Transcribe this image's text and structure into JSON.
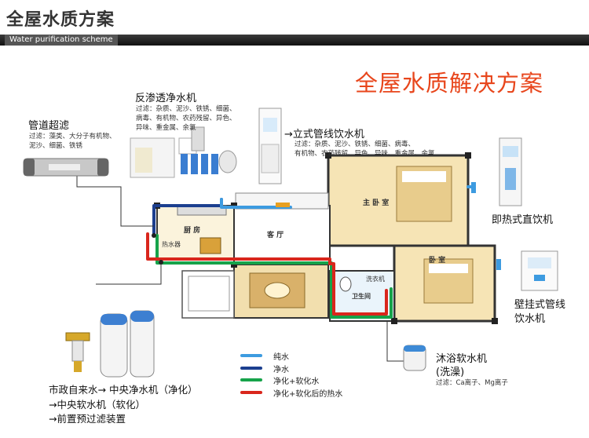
{
  "header": {
    "title": "全屋水质方案",
    "subtitle": "Water purification scheme"
  },
  "main_title": "全屋水质解决方案",
  "pipeline_filter": {
    "title": "管道超滤",
    "desc_line1": "过滤：藻类、大分子有机物、",
    "desc_line2": "泥沙、细菌、铁锈"
  },
  "ro_purifier": {
    "title": "反渗透净水机",
    "desc_line1": "过滤：杂质、泥沙、铁锈、细菌、",
    "desc_line2": "病毒、有机物、农药残留、异色、",
    "desc_line3": "异味、重金属、余氯"
  },
  "standing_dispenser": {
    "title": "→立式管线饮水机",
    "desc_line1": "过滤：杂质、泥沙、铁锈、细菌、病毒、",
    "desc_line2": "有机物、农药残留、异色、异味、重金属、余氯"
  },
  "instant_heater": {
    "title": "即热式直饮机"
  },
  "wall_dispenser": {
    "title_line1": "壁挂式管线",
    "title_line2": "饮水机"
  },
  "bath_softener": {
    "title_line1": "沐浴软水机",
    "title_line2": "(洗澡)",
    "desc": "过滤：Ca离子、Mg离子"
  },
  "central": {
    "line1": "市政自来水→ 中央净水机（净化）",
    "line2": "→中央软水机（软化）",
    "line3": "→前置预过滤装置"
  },
  "rooms": {
    "master_bedroom": "主 卧 室",
    "bedroom": "卧 室",
    "kitchen": "厨    房",
    "living_room": "客 厅",
    "water_heater": "热水器",
    "bathroom": "卫生间",
    "washing_machine": "洗衣机"
  },
  "legend": [
    {
      "label": "纯水",
      "color": "#3d9be0"
    },
    {
      "label": "净水",
      "color": "#1c3f8f"
    },
    {
      "label": "净化+软化水",
      "color": "#16a34a"
    },
    {
      "label": "净化+软化后的热水",
      "color": "#d9261c"
    }
  ]
}
